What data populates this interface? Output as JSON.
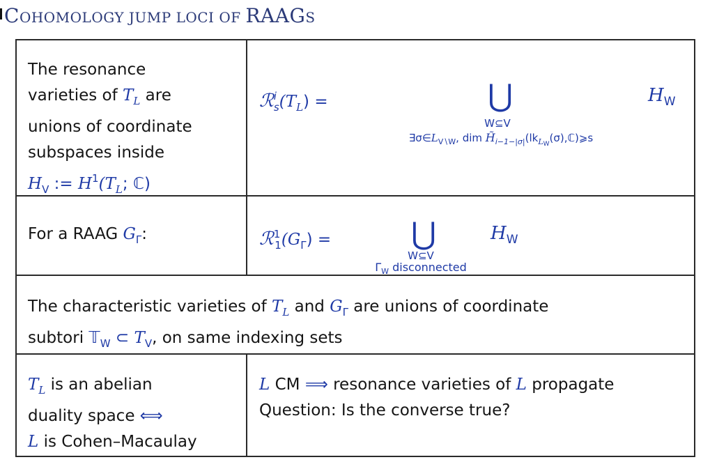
{
  "slide": {
    "title_first": "C",
    "title_rest": "OHOMOLOGY JUMP LOCI OF ",
    "title_acronym": "RAAG",
    "title_suffix": "S",
    "colors": {
      "title": "#2b3a78",
      "math": "#1f3aa6",
      "text": "#151515",
      "border": "#2a2a2a"
    }
  },
  "table": {
    "row1": {
      "left_lines": [
        "The resonance",
        "varieties of",
        "are",
        "unions of coordinate",
        "subspaces inside"
      ],
      "left_math_TL": "T",
      "left_math_TL_sub": "L",
      "left_formula": {
        "H": "H",
        "H_sub": "V",
        "assign": " := ",
        "H1": "H",
        "H1_sup": "1",
        "args": "(T",
        "args_sub": "L",
        "args_rest": "; ℂ)"
      },
      "right_lhs": {
        "R": "ℛ",
        "R_sup": "i",
        "R_sub": "s",
        "arg": "(T",
        "arg_sub": "L",
        "close": ") ="
      },
      "union_symbol": "⋃",
      "union_under_1": "W⊆V",
      "union_under_2": "∃σ∈L_{V∖W}, dim H̃_{i−1−|σ|}(lk_{L_W}(σ),ℂ) ⩾ s",
      "union_under_2_parts": {
        "a": "∃σ∈",
        "L": "L",
        "Lsub": "V∖W",
        "b": ",  dim ",
        "Ht": "H̃",
        "Htsub": "i−1−|σ|",
        "c": "(lk",
        "lk_sub": "L",
        "lk_subsub": "W",
        "d": "(σ),ℂ)⩾s"
      },
      "rhs": "H",
      "rhs_sub": "W"
    },
    "row2": {
      "left_text": "For a RAAG ",
      "left_math": "G",
      "left_math_sub": "Γ",
      "left_colon": ":",
      "right_lhs": {
        "R": "ℛ",
        "R_sup": "1",
        "R_sub": "1",
        "arg": "(G",
        "arg_sub": "Γ",
        "close": ") ="
      },
      "union_symbol": "⋃",
      "union_under_1": "W⊆V",
      "union_under_2_a": "Γ",
      "union_under_2_sub": "W",
      "union_under_2_b": " disconnected",
      "rhs": "H",
      "rhs_sub": "W"
    },
    "row3": {
      "line1_a": "The characteristic varieties of ",
      "T": "T",
      "T_sub": "L",
      "line1_b": " and ",
      "G": "G",
      "G_sub": "Γ",
      "line1_c": " are unions of coordinate",
      "line2_a": "subtori ",
      "TT": "𝕋",
      "TT_sub": "W",
      "subset": " ⊂ ",
      "TV": "T",
      "TV_sub": "V",
      "line2_b": ", on same indexing sets"
    },
    "row4": {
      "left_T": "T",
      "left_T_sub": "L",
      "left_line1": " is an abelian",
      "left_line2": "duality space ",
      "iff": "⟺",
      "left_L": "L",
      "left_line3": " is Cohen–Macaulay",
      "right_L": "L",
      "right_line1_a": " CM ",
      "implies": "⟹",
      "right_line1_b": " resonance varieties of ",
      "right_L2": "L",
      "right_line1_c": " propagate",
      "right_line2": "Question: Is the converse true?"
    }
  }
}
